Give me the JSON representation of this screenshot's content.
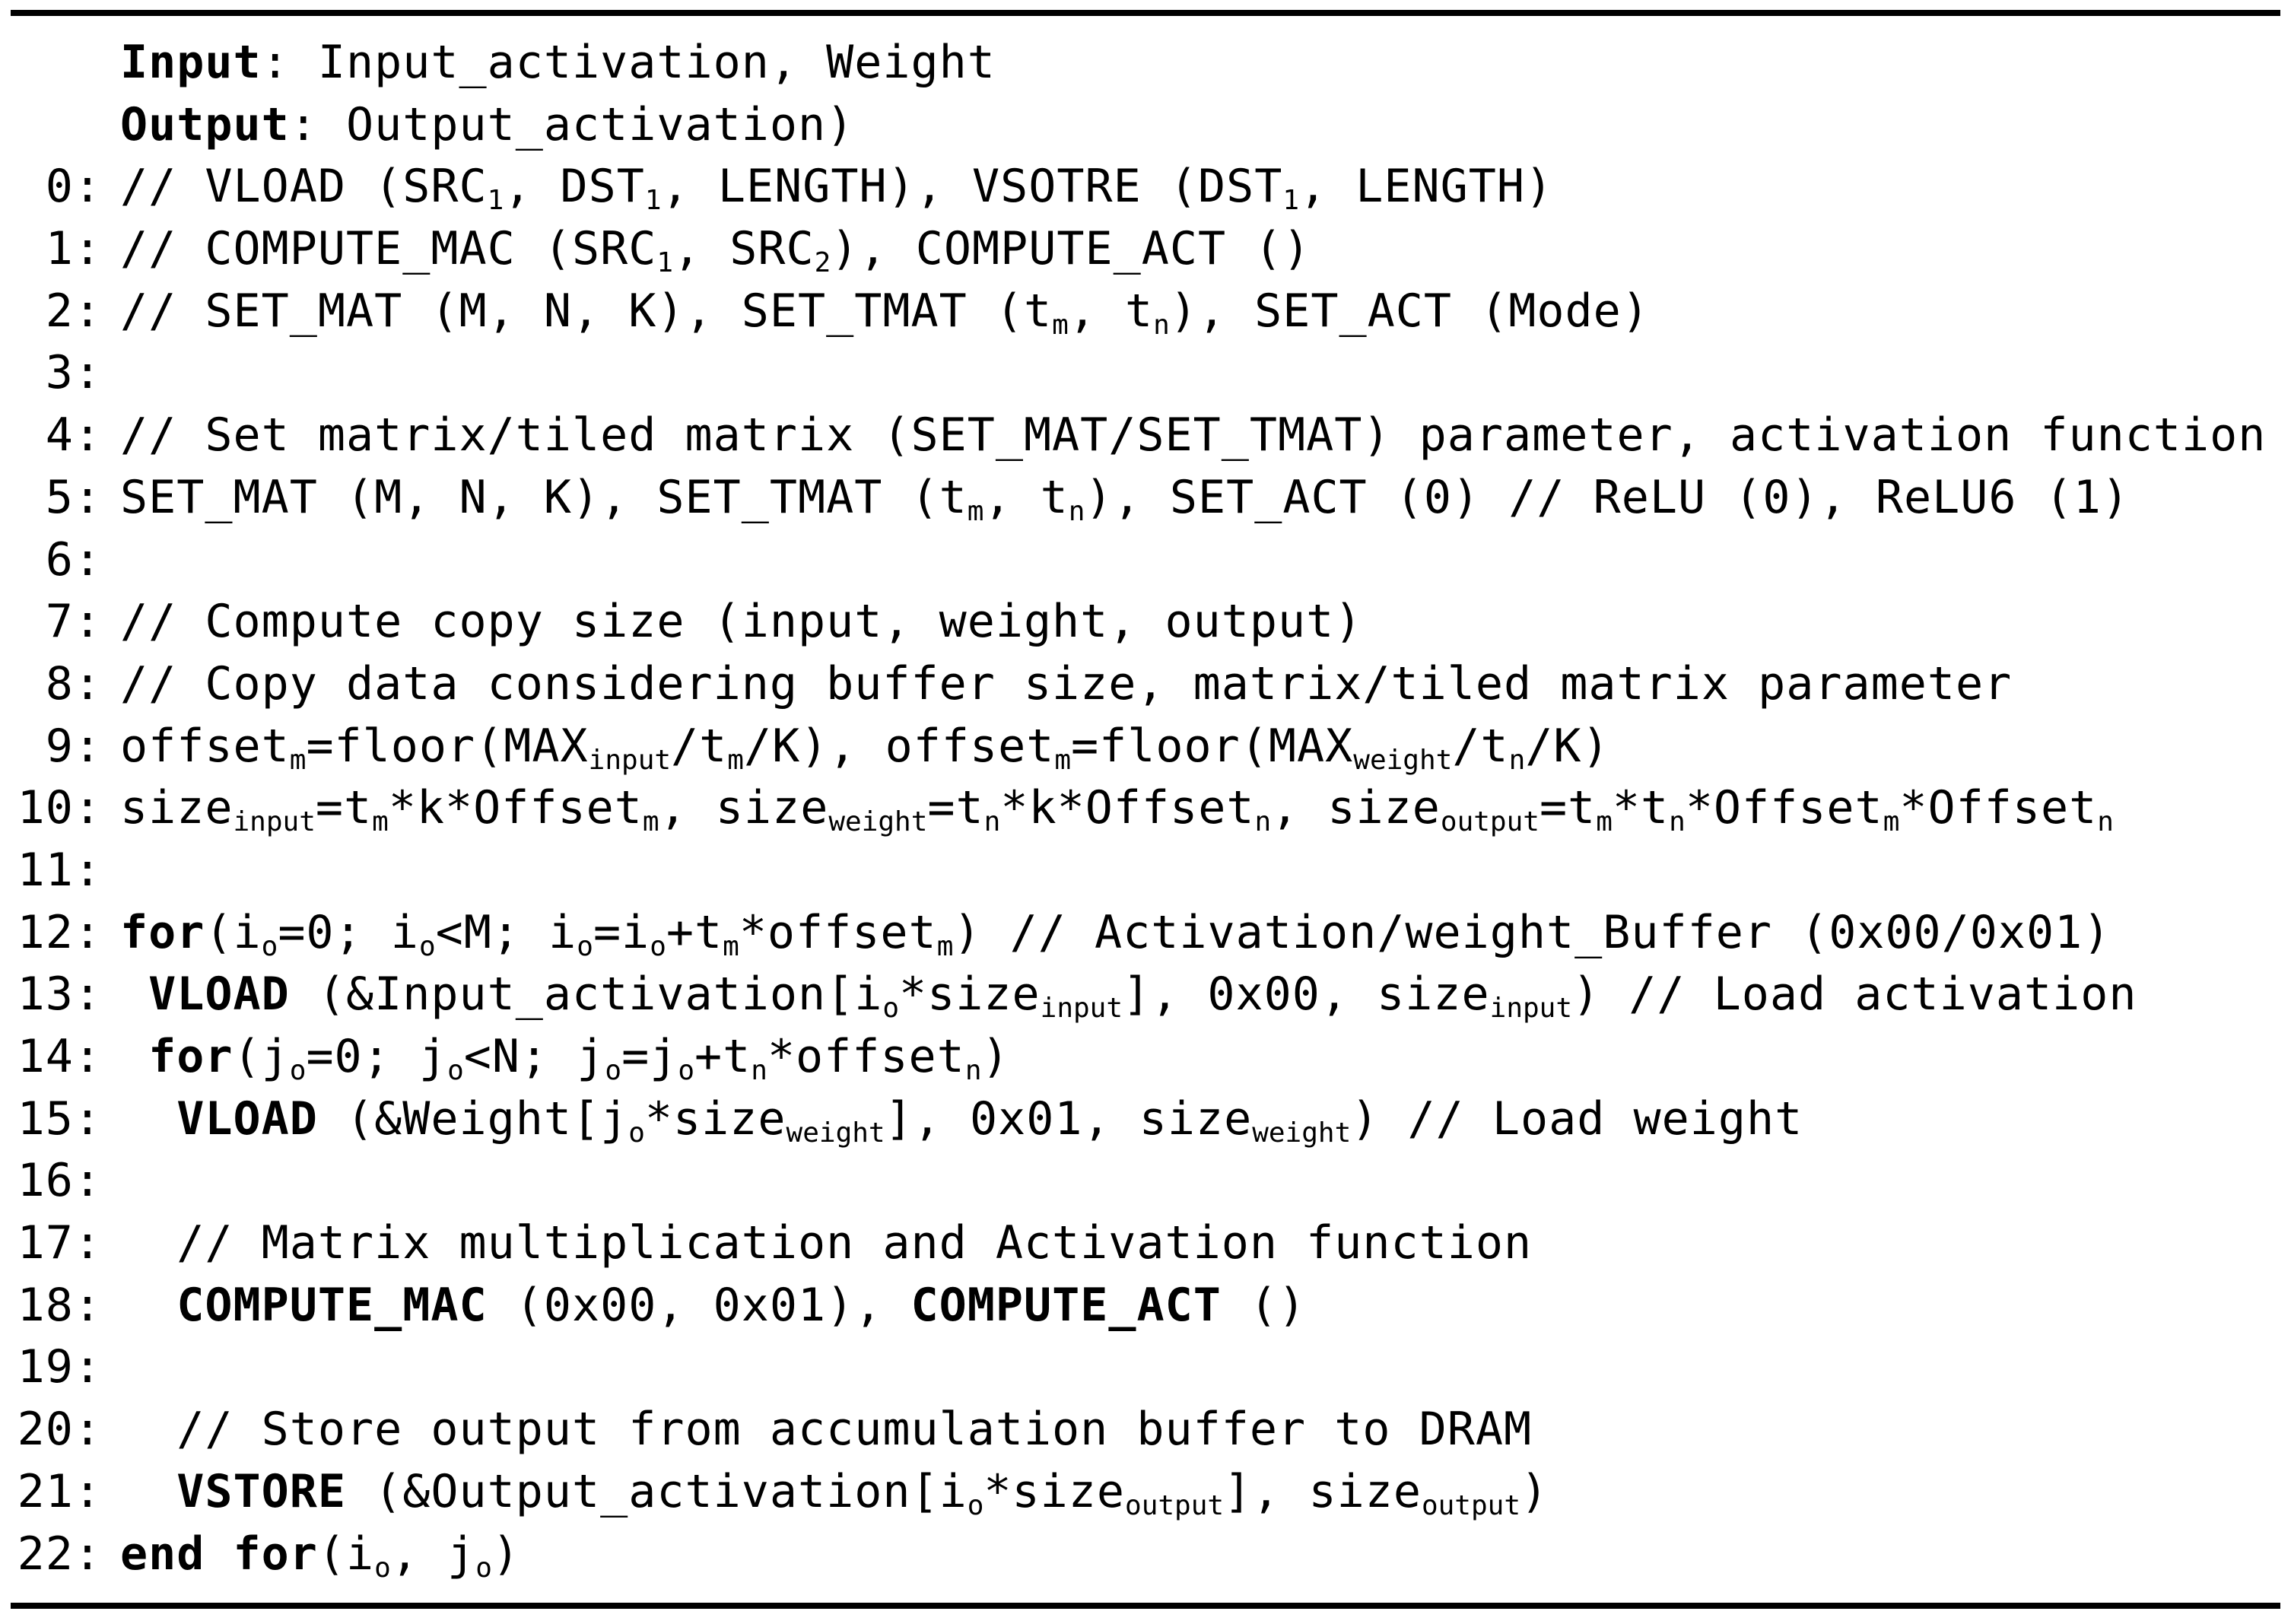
{
  "algorithm": {
    "lines": [
      {
        "num": "",
        "segments": [
          {
            "t": "Input",
            "b": true
          },
          {
            "t": ": Input_activation, Weight"
          }
        ]
      },
      {
        "num": "",
        "segments": [
          {
            "t": "Output",
            "b": true
          },
          {
            "t": ": Output_activation)"
          }
        ]
      },
      {
        "num": "0:",
        "segments": [
          {
            "t": "// VLOAD (SRC"
          },
          {
            "t": "1",
            "sub": true
          },
          {
            "t": ", DST"
          },
          {
            "t": "1",
            "sub": true
          },
          {
            "t": ", LENGTH), VSOTRE (DST"
          },
          {
            "t": "1",
            "sub": true
          },
          {
            "t": ", LENGTH)"
          }
        ]
      },
      {
        "num": "1:",
        "segments": [
          {
            "t": "// COMPUTE_MAC (SRC"
          },
          {
            "t": "1",
            "sub": true
          },
          {
            "t": ", SRC"
          },
          {
            "t": "2",
            "sub": true
          },
          {
            "t": "), COMPUTE_ACT ()"
          }
        ]
      },
      {
        "num": "2:",
        "segments": [
          {
            "t": "// SET_MAT (M, N, K), SET_TMAT (t"
          },
          {
            "t": "m",
            "sub": true
          },
          {
            "t": ", t"
          },
          {
            "t": "n",
            "sub": true
          },
          {
            "t": "), SET_ACT (Mode)"
          }
        ]
      },
      {
        "num": "3:",
        "segments": []
      },
      {
        "num": "4:",
        "segments": [
          {
            "t": "// Set matrix/tiled matrix (SET_MAT/SET_TMAT) parameter, activation function"
          }
        ]
      },
      {
        "num": "5:",
        "segments": [
          {
            "t": "SET_MAT (M, N, K), SET_TMAT (t"
          },
          {
            "t": "m",
            "sub": true
          },
          {
            "t": ", t"
          },
          {
            "t": "n",
            "sub": true
          },
          {
            "t": "), SET_ACT (0) // ReLU (0), ReLU6 (1)"
          }
        ]
      },
      {
        "num": "6:",
        "segments": []
      },
      {
        "num": "7:",
        "segments": [
          {
            "t": "// Compute copy size (input, weight, output)"
          }
        ]
      },
      {
        "num": "8:",
        "segments": [
          {
            "t": "// Copy data considering buffer size, matrix/tiled matrix parameter"
          }
        ]
      },
      {
        "num": "9:",
        "segments": [
          {
            "t": "offset"
          },
          {
            "t": "m",
            "sub": true
          },
          {
            "t": "=floor(MAX"
          },
          {
            "t": "input",
            "sub": true
          },
          {
            "t": "/t"
          },
          {
            "t": "m",
            "sub": true
          },
          {
            "t": "/K), offset"
          },
          {
            "t": "m",
            "sub": true
          },
          {
            "t": "=floor(MAX"
          },
          {
            "t": "weight",
            "sub": true
          },
          {
            "t": "/t"
          },
          {
            "t": "n",
            "sub": true
          },
          {
            "t": "/K)"
          }
        ]
      },
      {
        "num": "10:",
        "segments": [
          {
            "t": "size"
          },
          {
            "t": "input",
            "sub": true
          },
          {
            "t": "=t"
          },
          {
            "t": "m",
            "sub": true
          },
          {
            "t": "*k*Offset"
          },
          {
            "t": "m",
            "sub": true
          },
          {
            "t": ", size"
          },
          {
            "t": "weight",
            "sub": true
          },
          {
            "t": "=t"
          },
          {
            "t": "n",
            "sub": true
          },
          {
            "t": "*k*Offset"
          },
          {
            "t": "n",
            "sub": true
          },
          {
            "t": ", size"
          },
          {
            "t": "output",
            "sub": true
          },
          {
            "t": "=t"
          },
          {
            "t": "m",
            "sub": true
          },
          {
            "t": "*t"
          },
          {
            "t": "n",
            "sub": true
          },
          {
            "t": "*Offset"
          },
          {
            "t": "m",
            "sub": true
          },
          {
            "t": "*Offset"
          },
          {
            "t": "n",
            "sub": true
          }
        ]
      },
      {
        "num": "11:",
        "segments": []
      },
      {
        "num": "12:",
        "segments": [
          {
            "t": "for",
            "b": true
          },
          {
            "t": "(i"
          },
          {
            "t": "o",
            "sub": true
          },
          {
            "t": "=0; i"
          },
          {
            "t": "o",
            "sub": true
          },
          {
            "t": "<M; i"
          },
          {
            "t": "o",
            "sub": true
          },
          {
            "t": "=i"
          },
          {
            "t": "o",
            "sub": true
          },
          {
            "t": "+t"
          },
          {
            "t": "m",
            "sub": true
          },
          {
            "t": "*offset"
          },
          {
            "t": "m",
            "sub": true
          },
          {
            "t": ") // Activation/weight_Buffer (0x00/0x01)"
          }
        ]
      },
      {
        "num": "13:",
        "segments": [
          {
            "t": " "
          },
          {
            "t": "VLOAD",
            "b": true
          },
          {
            "t": " (&Input_activation[i"
          },
          {
            "t": "o",
            "sub": true
          },
          {
            "t": "*size"
          },
          {
            "t": "input",
            "sub": true
          },
          {
            "t": "], 0x00, size"
          },
          {
            "t": "input",
            "sub": true
          },
          {
            "t": ") // Load activation"
          }
        ]
      },
      {
        "num": "14:",
        "segments": [
          {
            "t": " "
          },
          {
            "t": "for",
            "b": true
          },
          {
            "t": "(j"
          },
          {
            "t": "o",
            "sub": true
          },
          {
            "t": "=0; j"
          },
          {
            "t": "o",
            "sub": true
          },
          {
            "t": "<N; j"
          },
          {
            "t": "o",
            "sub": true
          },
          {
            "t": "=j"
          },
          {
            "t": "o",
            "sub": true
          },
          {
            "t": "+t"
          },
          {
            "t": "n",
            "sub": true
          },
          {
            "t": "*offset"
          },
          {
            "t": "n",
            "sub": true
          },
          {
            "t": ")"
          }
        ]
      },
      {
        "num": "15:",
        "segments": [
          {
            "t": "  "
          },
          {
            "t": "VLOAD",
            "b": true
          },
          {
            "t": " (&Weight[j"
          },
          {
            "t": "o",
            "sub": true
          },
          {
            "t": "*size"
          },
          {
            "t": "weight",
            "sub": true
          },
          {
            "t": "], 0x01, size"
          },
          {
            "t": "weight",
            "sub": true
          },
          {
            "t": ") // Load weight"
          }
        ]
      },
      {
        "num": "16:",
        "segments": []
      },
      {
        "num": "17:",
        "segments": [
          {
            "t": "  // Matrix multiplication and Activation function"
          }
        ]
      },
      {
        "num": "18:",
        "segments": [
          {
            "t": "  "
          },
          {
            "t": "COMPUTE_MAC",
            "b": true
          },
          {
            "t": " (0x00, 0x01), "
          },
          {
            "t": "COMPUTE_ACT",
            "b": true
          },
          {
            "t": " ()"
          }
        ]
      },
      {
        "num": "19:",
        "segments": []
      },
      {
        "num": "20:",
        "segments": [
          {
            "t": "  // Store output from accumulation buffer to DRAM"
          }
        ]
      },
      {
        "num": "21:",
        "segments": [
          {
            "t": "  "
          },
          {
            "t": "VSTORE",
            "b": true
          },
          {
            "t": " (&Output_activation[i"
          },
          {
            "t": "o",
            "sub": true
          },
          {
            "t": "*size"
          },
          {
            "t": "output",
            "sub": true
          },
          {
            "t": "], size"
          },
          {
            "t": "output",
            "sub": true
          },
          {
            "t": ")"
          }
        ]
      },
      {
        "num": "22:",
        "segments": [
          {
            "t": "end for",
            "b": true
          },
          {
            "t": "(i"
          },
          {
            "t": "o",
            "sub": true
          },
          {
            "t": ", j"
          },
          {
            "t": "o",
            "sub": true
          },
          {
            "t": ")"
          }
        ]
      }
    ]
  }
}
